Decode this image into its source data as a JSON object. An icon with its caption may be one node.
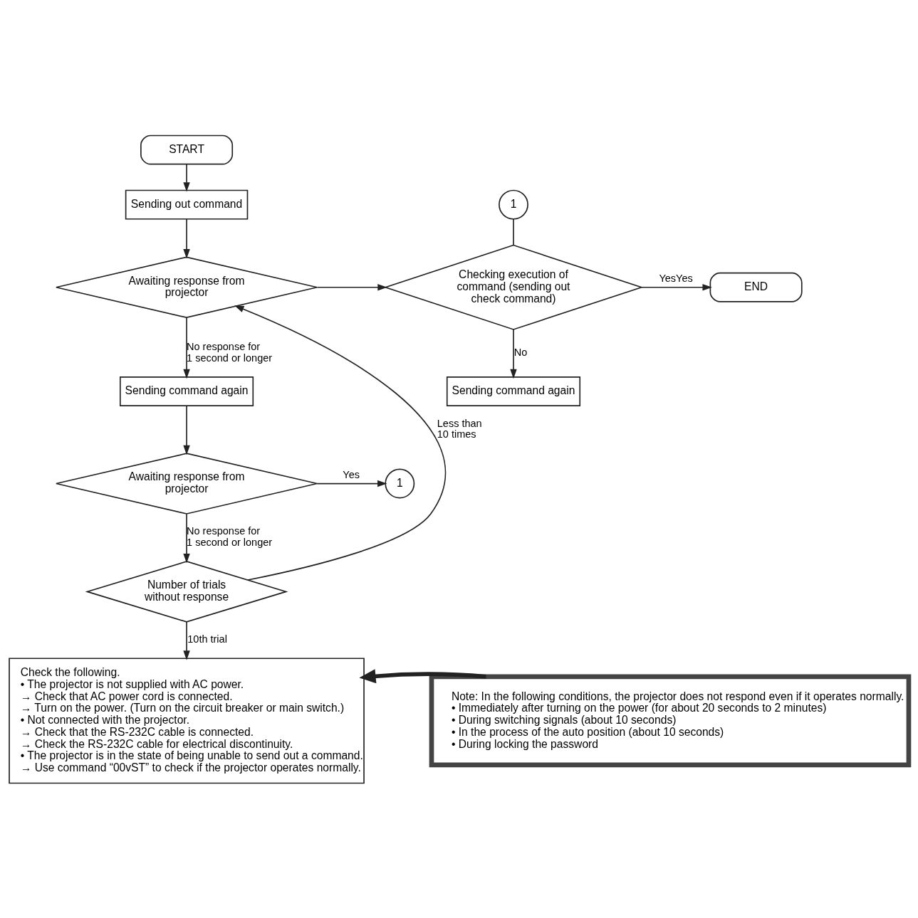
{
  "diagram": {
    "nodes": [
      {
        "text": [
          "START"
        ]
      },
      {
        "text": [
          "Sending out command"
        ]
      },
      {
        "text": [
          "Awaiting response from projector"
        ]
      },
      {
        "text": [
          "1"
        ]
      },
      {
        "text": [
          "Checking execution of command (sending out check command)"
        ]
      },
      {
        "text": [
          "END"
        ]
      },
      {
        "text": [
          "Sending command again"
        ]
      },
      {
        "text": [
          "Sending command again"
        ]
      },
      {
        "text": [
          "Awaiting response from projector"
        ]
      },
      {
        "text": [
          "1"
        ]
      },
      {
        "text": [
          "Number of trials without response"
        ]
      },
      {
        "text": [
          "Check the following.",
          "• The projector is not supplied with AC power.",
          "→ Check that AC power cord is connected.",
          "→ Turn on the power. (Turn on the circuit breaker or main switch.)",
          "• Not connected with the projector.",
          "→ Check that the RS-232C cable is connected.",
          "→ Check the RS-232C cable for electrical discontinuity.",
          "• The projector is in the state of being unable to send out a command.",
          "→ Use command “00vST” to check if the projector operates normally."
        ]
      },
      {
        "text": [
          "Note: In the following conditions, the projector does not respond even if it operates normally.",
          "• Immediately after turning on the power (for about 20 seconds to 2 minutes)",
          "• During switching signals (about 10 seconds)",
          "• In the process of the auto position (about 10 seconds)",
          "• During locking the password"
        ]
      }
    ],
    "edges": [
      {
        "from": 0,
        "to": 1,
        "arrow": "to"
      },
      {
        "from": 1,
        "to": 2,
        "arrow": "to"
      },
      {
        "from": 2,
        "to": 4,
        "arrow": "to"
      },
      {
        "from": 3,
        "to": 4,
        "arrow": "none"
      },
      {
        "from": 4,
        "to": 5,
        "arrow": "to",
        "label": "YesYes"
      },
      {
        "from": 4,
        "to": 7,
        "arrow": "to",
        "label": "No"
      },
      {
        "from": 2,
        "to": 6,
        "arrow": "to",
        "label": "No response for 1 second or longer"
      },
      {
        "from": 6,
        "to": 8,
        "arrow": "to"
      },
      {
        "from": 8,
        "to": 9,
        "arrow": "to",
        "label": "Yes"
      },
      {
        "from": 8,
        "to": 10,
        "arrow": "to",
        "label": "No response for 1 second or longer"
      },
      {
        "from": 10,
        "to": 2,
        "arrow": "to",
        "label": "Less than 10 times"
      },
      {
        "from": 10,
        "to": 11,
        "arrow": "to",
        "label": "10th trial"
      },
      {
        "from": 12,
        "to": 11,
        "arrow": "to",
        "style": "thick"
      }
    ]
  }
}
